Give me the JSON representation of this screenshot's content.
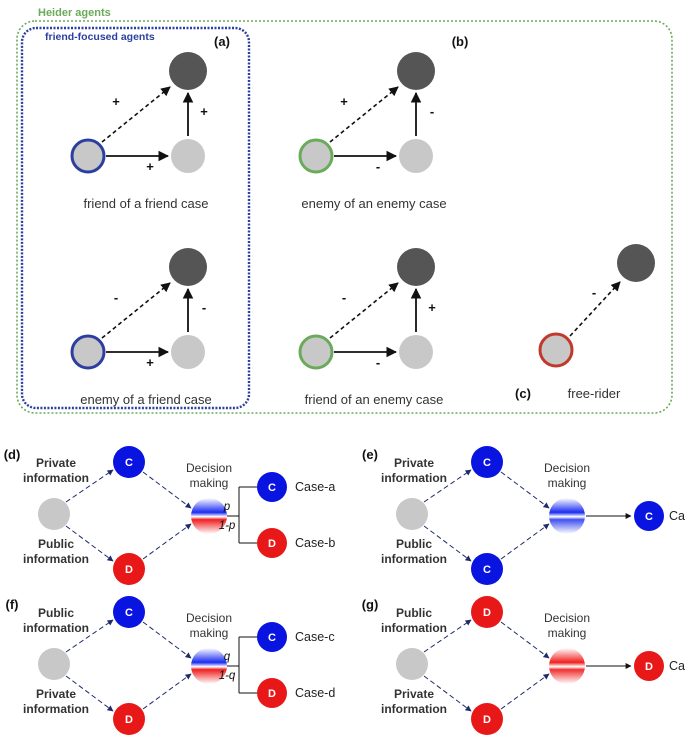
{
  "groups": {
    "heider": "Heider agents",
    "friend_focused": "friend-focused agents"
  },
  "colors": {
    "heider_green": "#6aaa5a",
    "friend_blue": "#2c3fa0",
    "node_dark": "#555555",
    "node_light": "#c8c8c8",
    "cooperate_blue": "#0a14e0",
    "defect_red": "#e81818",
    "freerider_red": "#c0392b"
  },
  "top": {
    "a": {
      "label": "(a)",
      "cases": [
        {
          "caption": "friend of a friend case",
          "sign_dashed": "+",
          "sign_vertical": "+",
          "sign_horizontal": "+"
        },
        {
          "caption": "enemy of a friend case",
          "sign_dashed": "-",
          "sign_vertical": "-",
          "sign_horizontal": "+"
        }
      ]
    },
    "b": {
      "label": "(b)",
      "cases": [
        {
          "caption": "enemy of an enemy case",
          "sign_dashed": "+",
          "sign_vertical": "-",
          "sign_horizontal": "-"
        },
        {
          "caption": "friend of an enemy case",
          "sign_dashed": "-",
          "sign_vertical": "+",
          "sign_horizontal": "-"
        }
      ]
    },
    "c": {
      "label": "(c)",
      "caption": "free-rider",
      "sign_dashed": "-"
    }
  },
  "bottom": {
    "d": {
      "label": "(d)",
      "upper_info": "Private\ninformation",
      "lower_info": "Public\ninformation",
      "upper_node": "C",
      "lower_node": "D",
      "decision": "Decision\nmaking",
      "prob_top": "p",
      "prob_bottom": "1-p",
      "out_top_node": "C",
      "out_top_case": "Case-a",
      "out_bottom_node": "D",
      "out_bottom_case": "Case-b"
    },
    "e": {
      "label": "(e)",
      "upper_info": "Private\ninformation",
      "lower_info": "Public\ninformation",
      "upper_node": "C",
      "lower_node": "C",
      "decision": "Decision\nmaking",
      "out_node": "C",
      "out_case": "Case-e"
    },
    "f": {
      "label": "(f)",
      "upper_info": "Public\ninformation",
      "lower_info": "Private\ninformation",
      "upper_node": "C",
      "lower_node": "D",
      "decision": "Decision\nmaking",
      "prob_top": "q",
      "prob_bottom": "1-q",
      "out_top_node": "C",
      "out_top_case": "Case-c",
      "out_bottom_node": "D",
      "out_bottom_case": "Case-d"
    },
    "g": {
      "label": "(g)",
      "upper_info": "Public\ninformation",
      "lower_info": "Private\ninformation",
      "upper_node": "D",
      "lower_node": "D",
      "decision": "Decision\nmaking",
      "out_node": "D",
      "out_case": "Case-f"
    }
  }
}
